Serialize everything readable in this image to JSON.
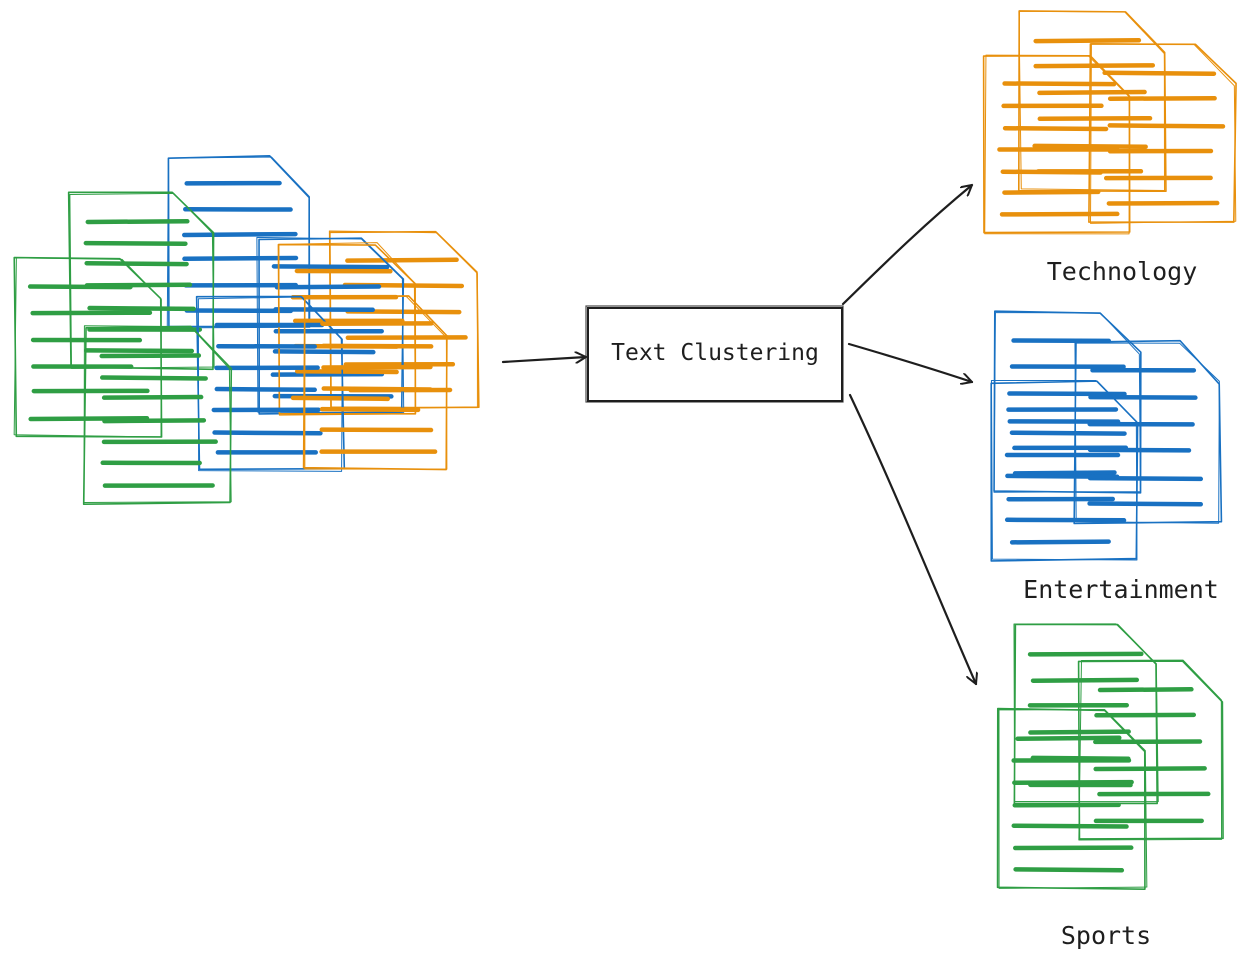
{
  "diagram": {
    "process_label": "Text Clustering",
    "clusters": [
      {
        "label": "Technology",
        "color": "#e8900c"
      },
      {
        "label": "Entertainment",
        "color": "#1971c2"
      },
      {
        "label": "Sports",
        "color": "#2f9e44"
      }
    ],
    "colors": {
      "ink": "#1e1e1e",
      "orange": "#e8900c",
      "blue": "#1971c2",
      "green": "#2f9e44"
    }
  }
}
